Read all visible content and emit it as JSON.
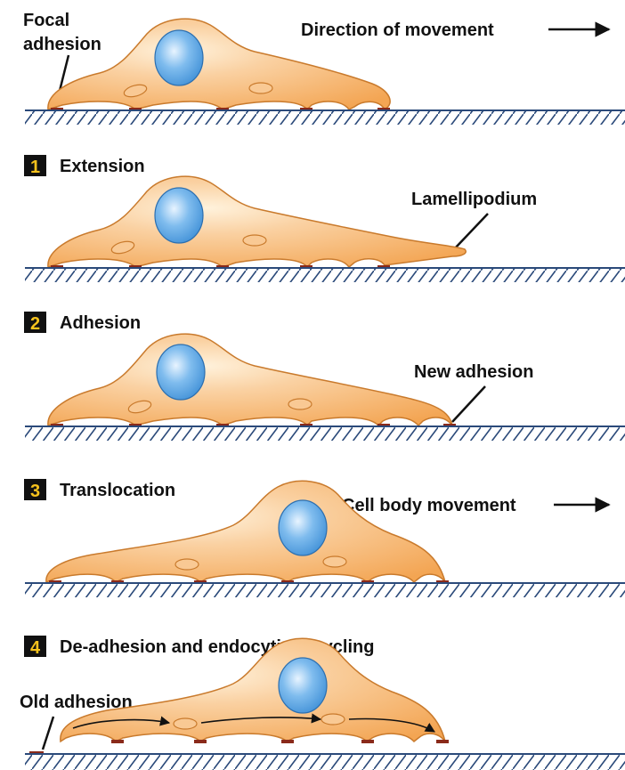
{
  "header": {
    "focal_adhesion_line1": "Focal",
    "focal_adhesion_line2": "adhesion",
    "direction": "Direction of movement"
  },
  "steps": [
    {
      "number": "1",
      "title": "Extension",
      "callout": "Lamellipodium"
    },
    {
      "number": "2",
      "title": "Adhesion",
      "callout": "New adhesion"
    },
    {
      "number": "3",
      "title": "Translocation",
      "callout": "Cell body movement"
    },
    {
      "number": "4",
      "title": "De-adhesion and endocytic recycling",
      "callout": "Old adhesion"
    }
  ],
  "colors": {
    "cell_fill": "#f6b066",
    "cell_edge": "#c97a2c",
    "nucleus": "#5fa8e6",
    "adhesion": "#8a2a1a",
    "substrate": "#2b4a7a",
    "badge_bg": "#111111",
    "badge_fg": "#f6c21d"
  }
}
